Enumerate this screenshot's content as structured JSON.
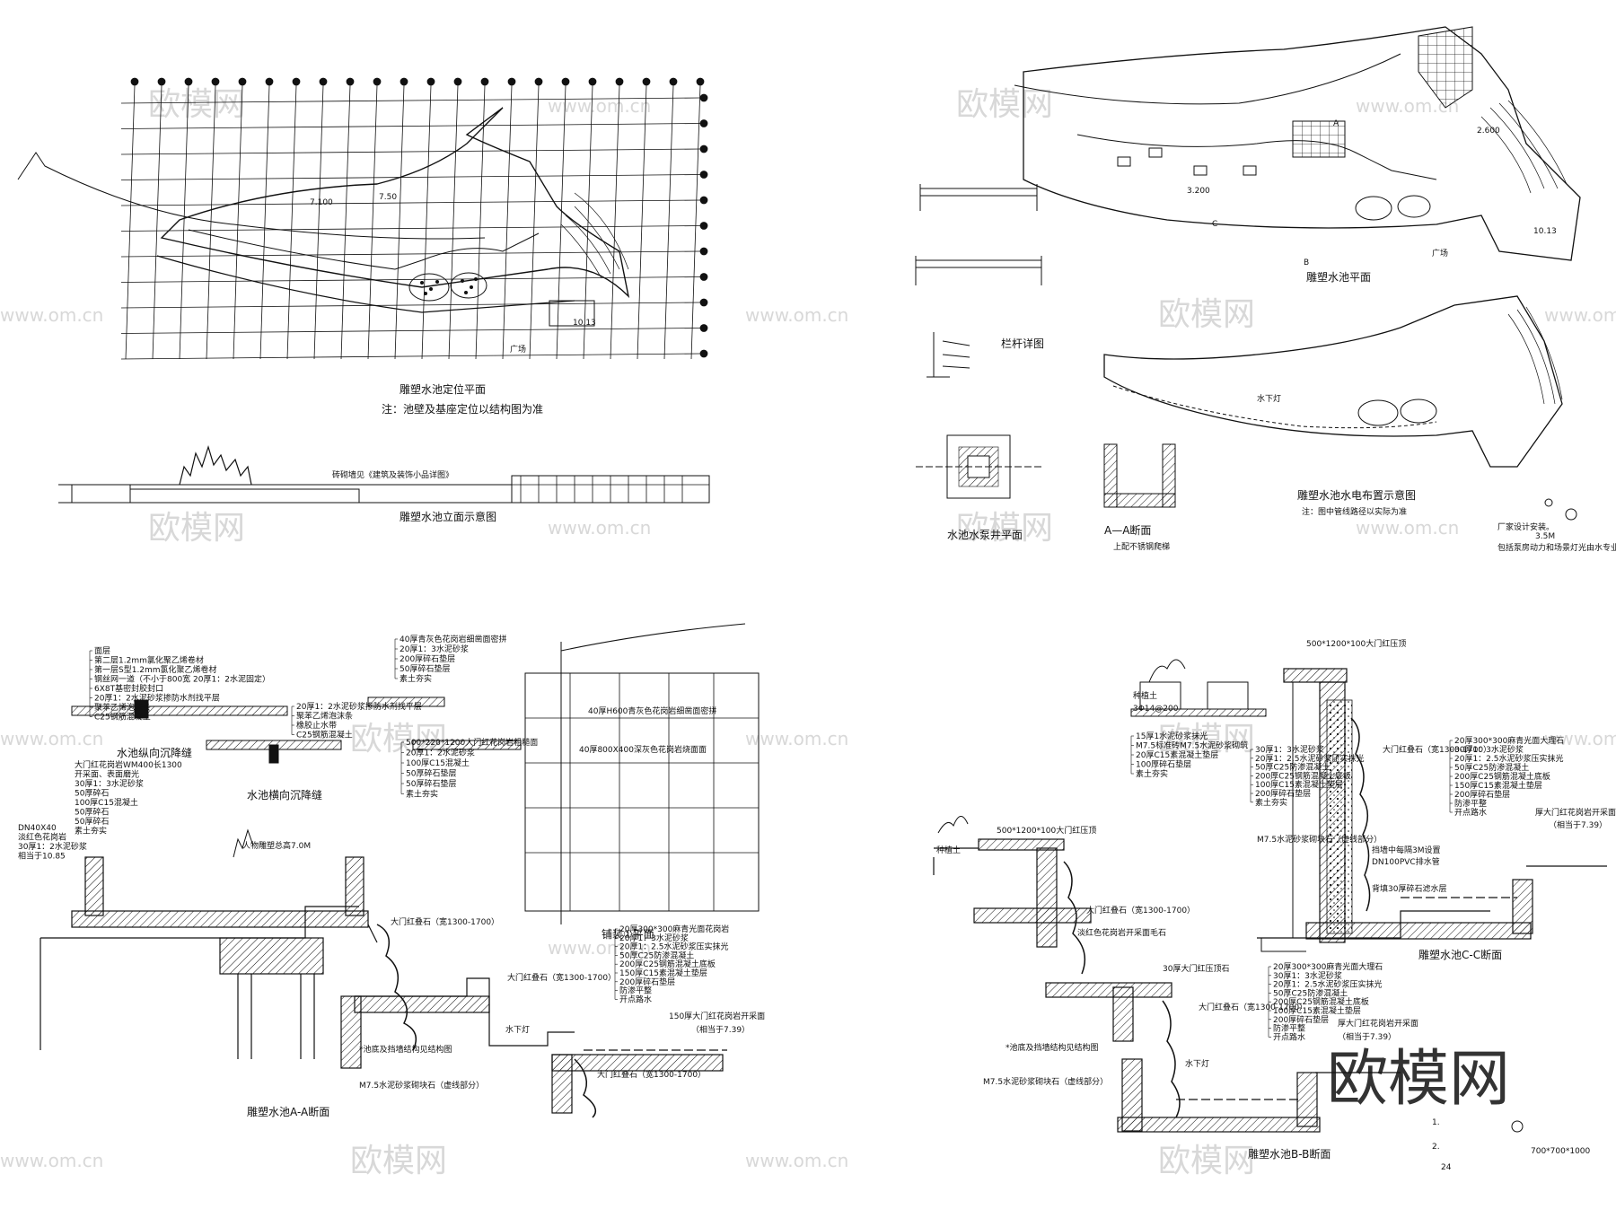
{
  "watermark": {
    "brand": "欧模网",
    "url": "www.om.cn"
  },
  "panel_site_plan": {
    "title": "雕塑水池定位平面",
    "note": "注：池壁及基座定位以结构图为准",
    "elev_title": "雕塑水池立面示意图",
    "elev_note": "砖砌墙见《建筑及装饰小品详图》",
    "plaza": "广场",
    "labels": [
      "7.100",
      "7.50",
      "10.13"
    ]
  },
  "panel_pool_plan": {
    "title": "雕塑水池平面",
    "layout_title": "雕塑水池水电布置示意图",
    "layout_note": "注：图中管线路径以实际为准",
    "railing_title": "栏杆详图",
    "pump_title": "水池水泵井平面",
    "aa_title": "A—A断面",
    "aa_note": "上配不锈钢爬梯",
    "plaza": "广场",
    "lamp": "水下灯",
    "note_right_1": "厂家设计安装。",
    "note_right_2": "3.5M",
    "note_right_3": "包括泵房动力和场景灯光由水专业配。",
    "labels": [
      "A",
      "B",
      "C",
      "3.200",
      "2.600",
      "10.13"
    ]
  },
  "panel_section_aa": {
    "title": "雕塑水池A-A断面",
    "joint_v": "水池纵向沉降缝",
    "joint_h": "水池横向沉降缝",
    "paving_title": "铺装①平面",
    "sculpture_note": "人物雕塑总高7.0M",
    "struct_note": "*池底及挡墙结构见结构图",
    "mortar_note": "M7.5水泥砂浆砌块石（虚线部分）",
    "lamp": "水下灯",
    "stone_1": "大门红叠石（宽1300-1700）",
    "stone_2": "大门红叠石（宽1300-1700）",
    "stone_3": "大门红叠石（宽1300-1700）",
    "rain_note": "150厚大门红花岗岩开采面",
    "level_note": "（相当于7.39）",
    "paving_note": "40厚800X400深灰色花岗岩烧面面",
    "paving_note_2": "40厚H600青灰色花岗岩细凿面密拼",
    "layers_1": [
      "面层",
      "第二层1.2mm氯化聚乙烯卷材",
      "第一层S型1.2mm氯化聚乙烯卷材",
      "钢丝网一道（不小于800宽 20厚1：2水泥固定）",
      "6X8T基密封胶封口",
      "20厚1：2水泥砂浆掺防水剂找平层",
      "聚苯乙烯泡沫条",
      "C25钢筋混凝土"
    ],
    "layers_2": [
      "40厚青灰色花岗岩细凿面密拼",
      "20厚1：3水泥砂浆",
      "200厚碎石垫层",
      "50厚碎石垫层",
      "素土夯实"
    ],
    "layers_3": [
      "20厚1：2水泥砂浆掺防水剂找平层",
      "聚苯乙烯泡沫条",
      "橡胶止水带",
      "C25钢筋混凝土"
    ],
    "layers_4": [
      "500*220*1200大门红花岗岩粗糙面",
      "20厚1：2水泥砂浆",
      "100厚C15混凝土",
      "50厚碎石垫层",
      "50厚碎石垫层",
      "素土夯实"
    ],
    "layers_5": [
      "大门红花岗岩WM400长1300",
      "开采面、表面磨光",
      "30厚1：3水泥砂浆",
      "50厚碎石",
      "100厚C15混凝土",
      "50厚碎石",
      "50厚碎石",
      "素土夯实"
    ],
    "layers_6": [
      "20厚300*300麻青光面花岗岩",
      "20厚1：3水泥砂浆",
      "20厚1：2.5水泥砂浆压实抹光",
      "50厚C25防渗混凝土",
      "200厚C25钢筋混凝土底板",
      "150厚C15素混凝土垫层",
      "200厚碎石垫层",
      "防渗平整",
      "开点路水"
    ],
    "left_labels": [
      "DN40X40",
      "淡红色花岗岩",
      "30厚1：2水泥砂浆",
      "相当于10.85"
    ]
  },
  "panel_section_bb": {
    "title": "雕塑水池B-B断面",
    "title_cc": "雕塑水池C-C断面",
    "top_1": "500*1200*100大门红压顶",
    "top_2": "500*1200*100大门红压顶",
    "soil": "种植土",
    "soil_2": "种植土",
    "struct_note": "*池底及挡墙结构见结构图",
    "mortar_note": "M7.5水泥砂浆砌块石（虚线部分）",
    "mortar_note_cc": "M7.5水泥砂浆砌块石（虚线部分）",
    "lamp": "水下灯",
    "stone_1": "大门红叠石（宽1300-1700）",
    "stone_2": "大门红叠石（宽1300-1700）",
    "stone_3": "大门红叠石（宽1300-1700）",
    "stone_4": "30厚大门红压顶石",
    "stone_5": "淡红色花岗岩开采面毛石",
    "stone_6": "厚大门红花岗岩开采面",
    "level_note": "（相当于7.39）",
    "level_note_cc": "（相当于7.39）",
    "pipe_note": "挡墙中每隔3M设置",
    "pipe_note_2": "DN100PVC排水管",
    "drain_note": "背填30厚碎石滤水层",
    "cc_right": "厚大门红花岗岩开采面",
    "rebar": "3Φ14@200",
    "layers_left": [
      "15厚1水泥砂浆抹光",
      "M7.5标准砖M7.5水泥砂浆砌筑",
      "20厚C15素混凝土垫层",
      "100厚碎石垫层",
      "素土夯实"
    ],
    "layers_cc_1": [
      "30厚1：3水泥砂浆",
      "20厚1：2.5水泥砂浆压实抹光",
      "50厚C25防渗混凝土",
      "200厚C25钢筋混凝土底板",
      "100厚C15素混凝土垫层",
      "200厚碎石垫层",
      "素土夯实"
    ],
    "layers_cc_2": [
      "20厚300*300麻青光面大理石",
      "30厚1：3水泥砂浆",
      "20厚1：2.5水泥砂浆压实抹光",
      "50厚C25防渗混凝土",
      "200厚C25钢筋混凝土底板",
      "150厚C15素混凝土垫层",
      "200厚碎石垫层",
      "防渗平整",
      "开点路水"
    ],
    "layers_bb": [
      "20厚300*300麻青光面大理石",
      "30厚1：3水泥砂浆",
      "20厚1：2.5水泥砂浆压实抹光",
      "50厚C25防渗混凝土",
      "200厚C25钢筋混凝土底板",
      "100厚C15素混凝土垫层",
      "200厚碎石垫层",
      "防渗平整",
      "开点路水"
    ],
    "corner_1": "1.",
    "corner_2": "2.",
    "corner_3": "24",
    "corner_dims": "700*700*1000"
  }
}
